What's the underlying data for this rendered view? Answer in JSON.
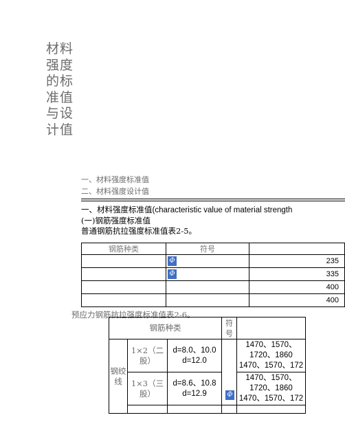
{
  "title_chars": [
    "材料",
    "强度",
    "的标",
    "准值",
    "与设",
    "计值"
  ],
  "toc": {
    "item1": "一、材料强度标准值",
    "item2": "二、材料强度设计值"
  },
  "section": {
    "heading_cn": "一、材料强度标准值",
    "heading_en": "(characteristic value of material strength",
    "sub1": "(一)钢筋强度标准值",
    "sub2": "普通钢筋抗拉强度标准值表2-5。"
  },
  "table1": {
    "headers": [
      "钢筋种类",
      "符号",
      ""
    ],
    "rows": [
      {
        "kind": "",
        "symbol_icon": "steel-symbol-icon",
        "value": "235"
      },
      {
        "kind": "",
        "symbol_icon": "steel-symbol-icon",
        "value": "335"
      },
      {
        "kind": "",
        "symbol_icon": "",
        "value": "400"
      },
      {
        "kind": "",
        "symbol_icon": "",
        "value": "400"
      }
    ]
  },
  "table2": {
    "caption": "预应力钢筋抗拉强度标准值表2-6。",
    "header_kind": "钢筋种类",
    "header_symbol": "符\n号",
    "group_label": "钢绞\n线",
    "rows": [
      {
        "spec": "1×2（二\n股）",
        "diameter": "d=8.0、10.0\nd=12.0",
        "strength_line1": "1470、1570、",
        "strength_line2": "1720、1860",
        "strength_line3": "1470、1570、172"
      },
      {
        "spec": "1×3（三\n股）",
        "diameter": "d=8.6、10.8\nd=12.9",
        "strength_line1": "1470、1570、",
        "strength_line2": "1720、1860",
        "strength_line3": "1470、1570、172"
      }
    ]
  },
  "colors": {
    "symbol_fill": "#3f6fc6",
    "muted_text": "#6b6b6b"
  }
}
